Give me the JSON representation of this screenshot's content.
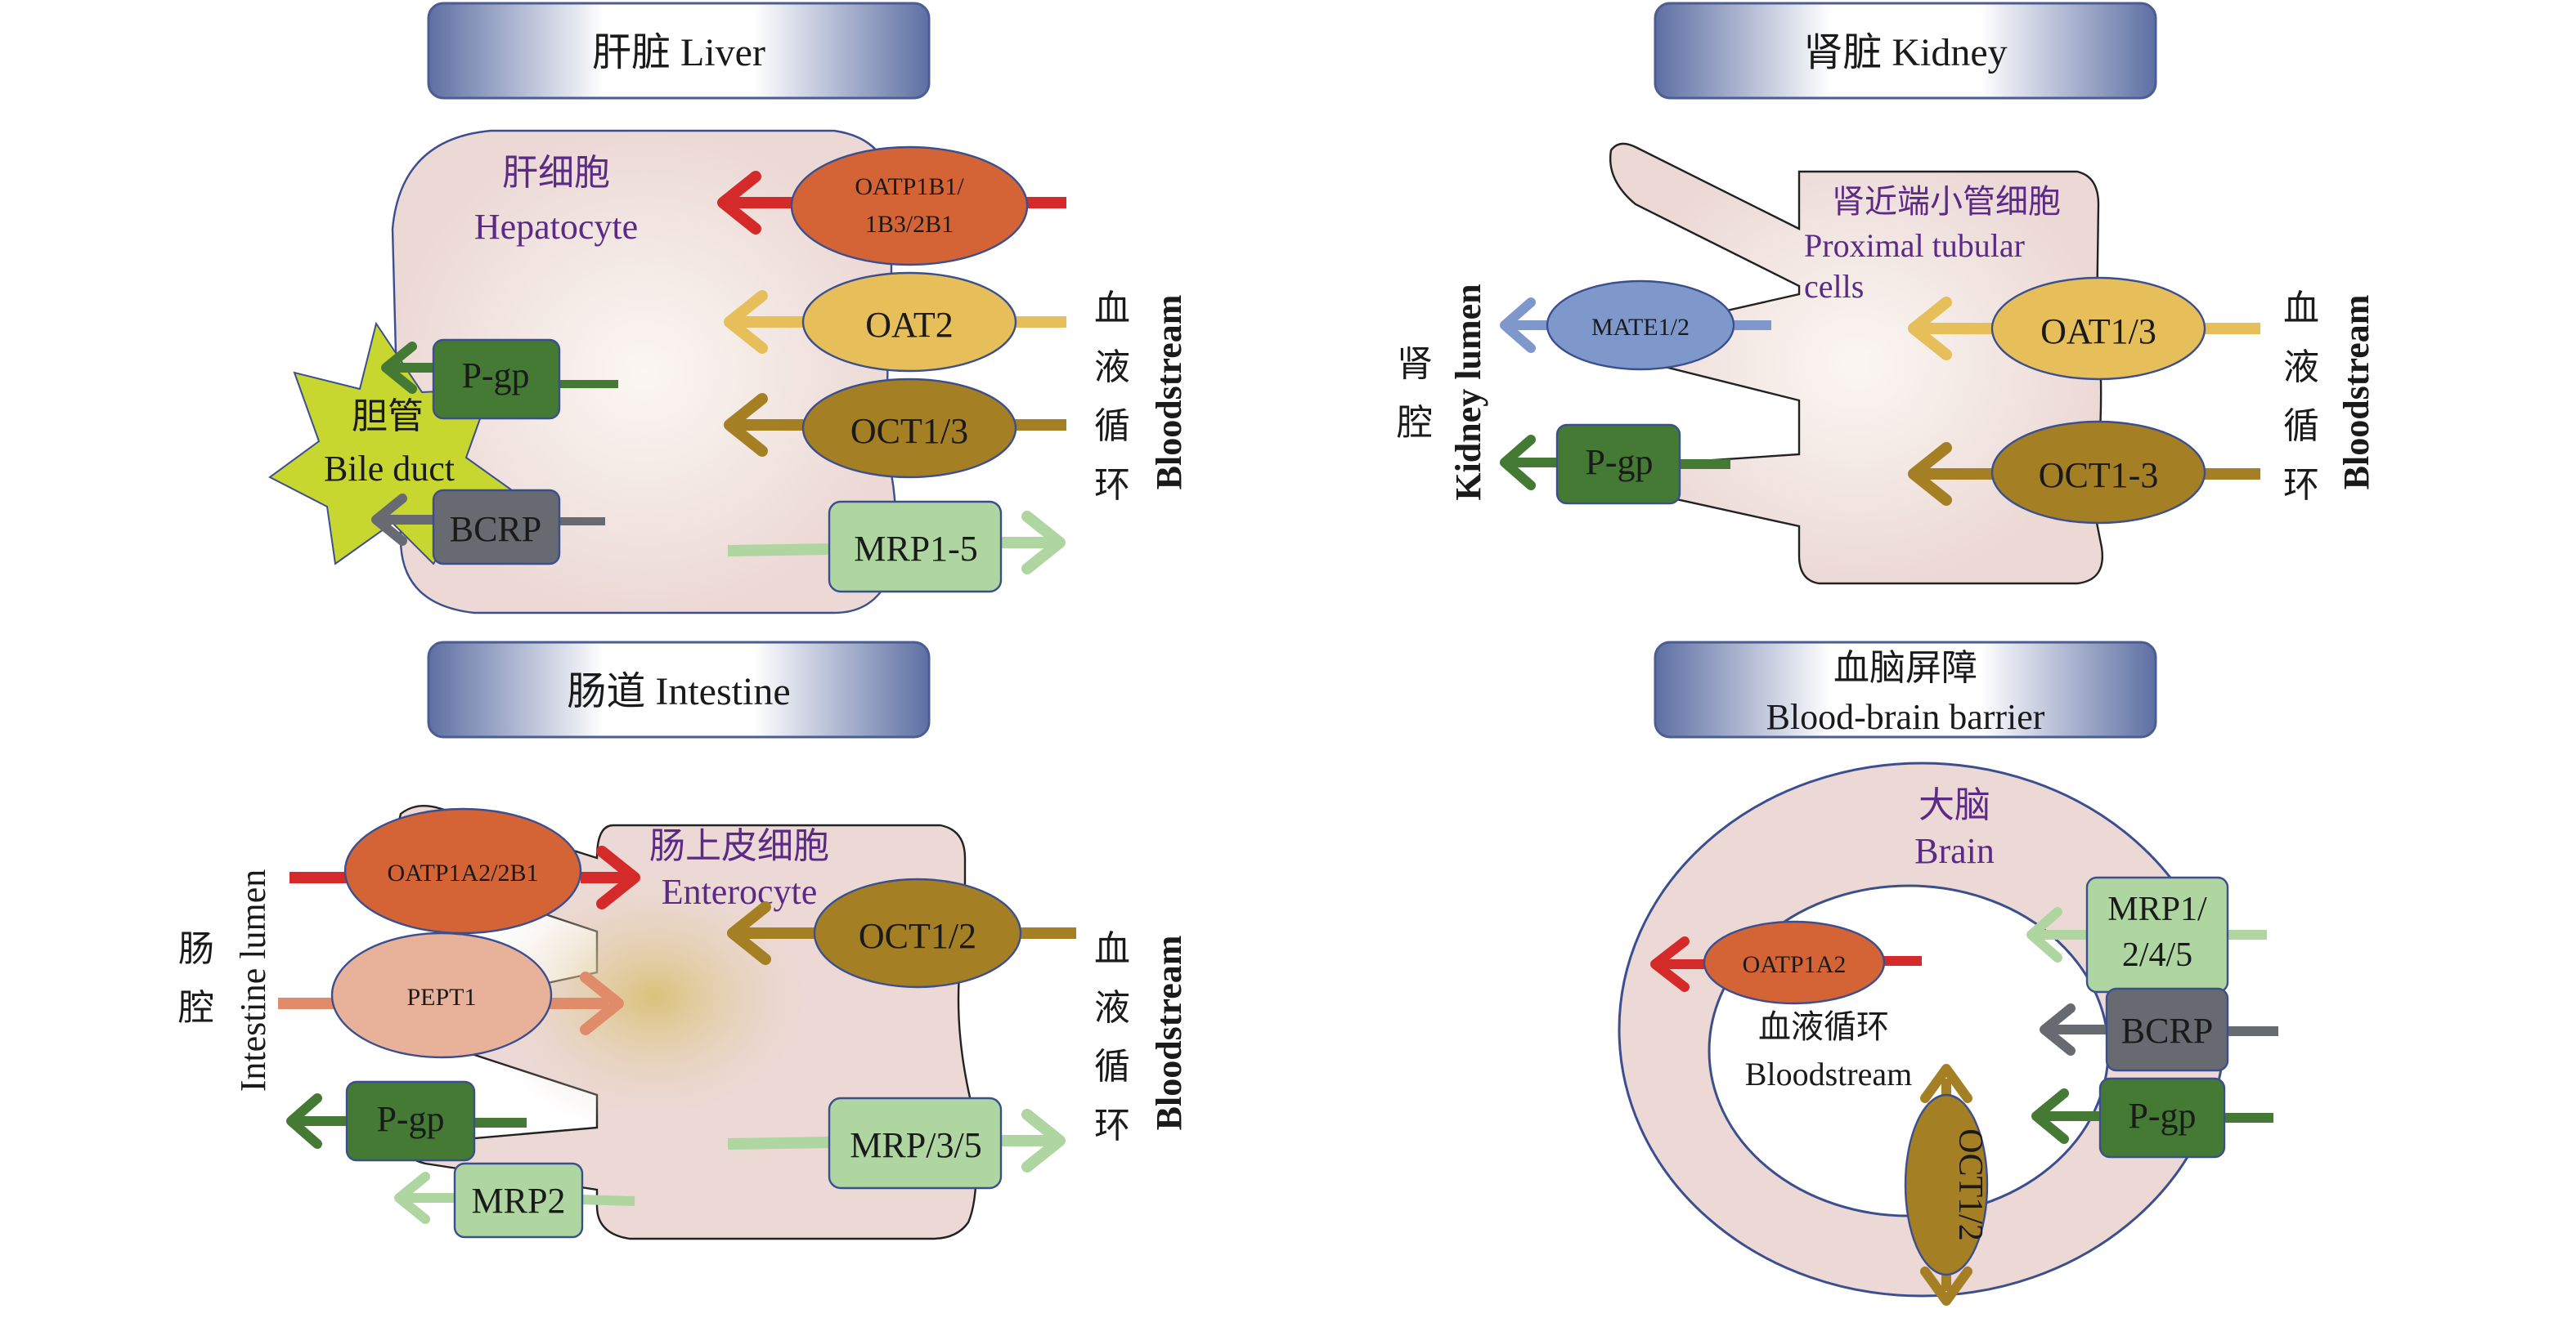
{
  "colors": {
    "banner_edge": "#5d6fa3",
    "banner_center": "#ffffff",
    "cell_fill": "#ecd9d6",
    "cell_stroke": "#3b4f8f",
    "purple_text": "#5b2a86",
    "oatp": "#d46436",
    "oatp_arrow": "#d42a2a",
    "oat": "#e6bf5a",
    "oct": "#a57f24",
    "mrp_light": "#afd5a1",
    "pgp": "#447a34",
    "bcrp": "#686a72",
    "mate": "#7f98cc",
    "pept": "#e8b29a",
    "pept_arrow": "#e08c6a",
    "bile_duct": "#c8d630"
  },
  "panels": {
    "liver": {
      "title": "肝脏 Liver",
      "cell_cn": "肝细胞",
      "cell_en": "Hepatocyte",
      "bile_cn": "胆管",
      "bile_en": "Bile duct",
      "blood_cn": [
        "血",
        "液",
        "循",
        "环"
      ],
      "blood_en": "Bloodstream",
      "transporters": {
        "oatp_line1": "OATP1B1/",
        "oatp_line2": "1B3/2B1",
        "oat2": "OAT2",
        "oct": "OCT1/3",
        "mrp": "MRP1-5",
        "pgp": "P-gp",
        "bcrp": "BCRP"
      }
    },
    "kidney": {
      "title": "肾脏 Kidney",
      "cell_cn": "肾近端小管细胞",
      "cell_en_line1": "Proximal tubular",
      "cell_en_line2": "cells",
      "lumen_cn": [
        "肾",
        "腔"
      ],
      "lumen_en": "Kidney lumen",
      "blood_cn": [
        "血",
        "液",
        "循",
        "环"
      ],
      "blood_en": "Bloodstream",
      "transporters": {
        "mate": "MATE1/2",
        "pgp": "P-gp",
        "oat": "OAT1/3",
        "oct": "OCT1-3"
      }
    },
    "intestine": {
      "title": "肠道 Intestine",
      "cell_cn": "肠上皮细胞",
      "cell_en": "Enterocyte",
      "lumen_cn": [
        "肠",
        "腔"
      ],
      "lumen_en": "Intestine lumen",
      "blood_cn": [
        "血",
        "液",
        "循",
        "环"
      ],
      "blood_en": "Bloodstream",
      "transporters": {
        "oatp": "OATP1A2/2B1",
        "pept": "PEPT1",
        "pgp": "P-gp",
        "mrp2": "MRP2",
        "oct": "OCT1/2",
        "mrp": "MRP/3/5"
      }
    },
    "bbb": {
      "title_cn": "血脑屏障",
      "title_en": "Blood-brain barrier",
      "brain_cn": "大脑",
      "brain_en": "Brain",
      "blood_cn": "血液循环",
      "blood_en": "Bloodstream",
      "transporters": {
        "mrp_line1": "MRP1/",
        "mrp_line2": "2/4/5",
        "bcrp": "BCRP",
        "pgp": "P-gp",
        "oatp": "OATP1A2",
        "oct": "OCT1/2"
      }
    }
  }
}
